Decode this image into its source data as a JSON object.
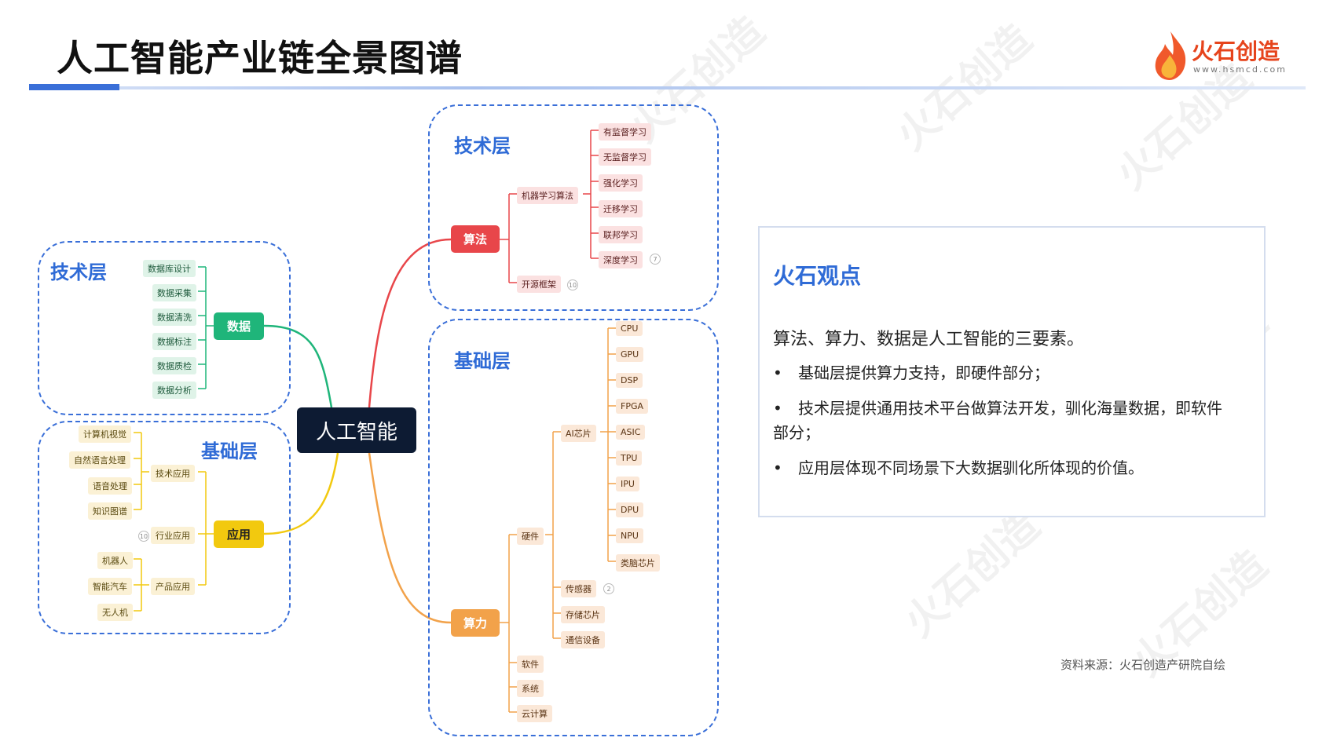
{
  "header": {
    "title": "人工智能产业链全景图谱",
    "logo_name": "火石创造",
    "logo_url": "www.hsmcd.com"
  },
  "watermark": "火石创造",
  "mindmap": {
    "root": "人工智能",
    "branches": {
      "data": {
        "layer_label": "技术层",
        "hub": "数据",
        "color": "#1fb57a",
        "items": [
          "数据库设计",
          "数据采集",
          "数据清洗",
          "数据标注",
          "数据质检",
          "数据分析"
        ]
      },
      "application": {
        "layer_label": "基础层",
        "hub": "应用",
        "color": "#f2c90f",
        "groups": [
          {
            "label": "技术应用",
            "items": [
              "计算机视觉",
              "自然语言处理",
              "语音处理",
              "知识图谱"
            ]
          },
          {
            "label": "行业应用",
            "badge": "10",
            "items": []
          },
          {
            "label": "产品应用",
            "items": [
              "机器人",
              "智能汽车",
              "无人机"
            ]
          }
        ]
      },
      "algorithm": {
        "layer_label": "技术层",
        "hub": "算法",
        "color": "#e8464a",
        "groups": [
          {
            "label": "机器学习算法",
            "items": [
              "有监督学习",
              "无监督学习",
              "强化学习",
              "迁移学习",
              "联邦学习",
              "深度学习"
            ],
            "last_badge": "7"
          },
          {
            "label": "开源框架",
            "badge": "10",
            "items": []
          }
        ]
      },
      "compute": {
        "layer_label": "基础层",
        "hub": "算力",
        "color": "#f2a24a",
        "hardware": {
          "label": "硬件",
          "ai_chip": {
            "label": "AI芯片",
            "items": [
              "CPU",
              "GPU",
              "DSP",
              "FPGA",
              "ASIC",
              "TPU",
              "IPU",
              "DPU",
              "NPU",
              "类脑芯片"
            ]
          },
          "sensor": {
            "label": "传感器",
            "badge": "2"
          },
          "storage": "存储芯片",
          "comm": "通信设备"
        },
        "others": [
          "软件",
          "系统",
          "云计算"
        ]
      }
    }
  },
  "panel": {
    "title": "火石观点",
    "summary": "算法、算力、数据是人工智能的三要素。",
    "bullet": "•",
    "points": [
      "基础层提供算力支持，即硬件部分；",
      "技术层提供通用技术平台做算法开发，驯化海量数据，即软件部分；",
      "应用层体现不同场景下大数据驯化所体现的价值。"
    ]
  },
  "source": "资料来源：火石创造产研院自绘"
}
